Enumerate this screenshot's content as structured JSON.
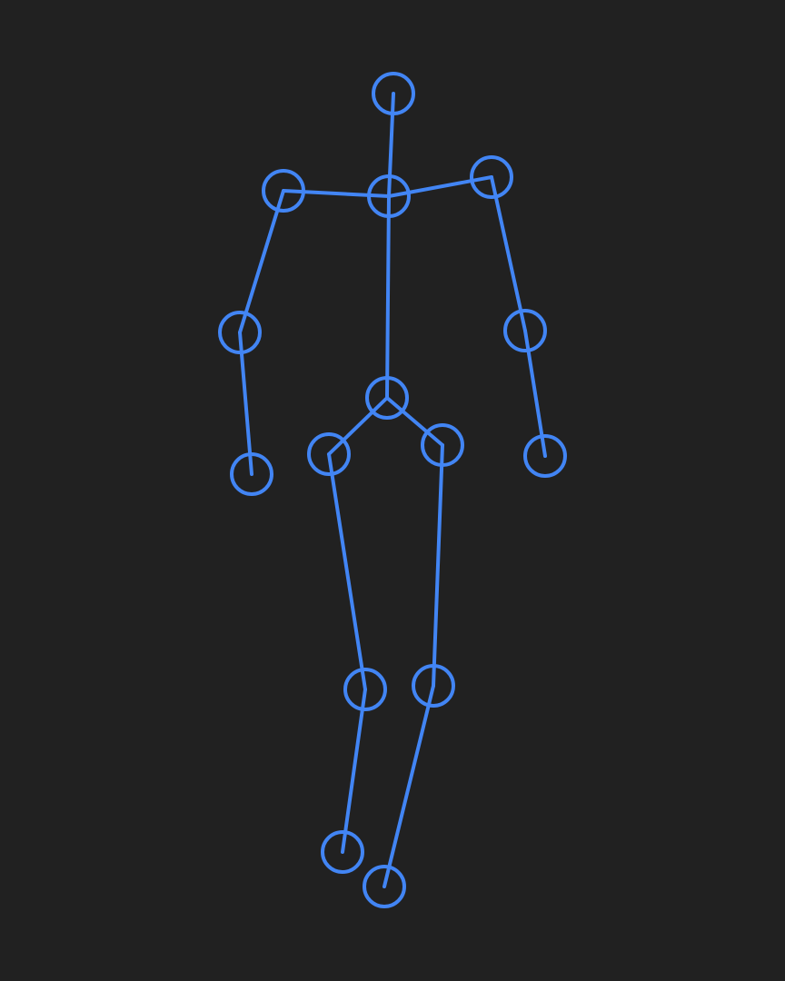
{
  "colors": {
    "background": "#212121",
    "skeleton": "#4285F4"
  },
  "joints": [
    {
      "id": "head"
    },
    {
      "id": "neck"
    },
    {
      "id": "right-shoulder"
    },
    {
      "id": "left-shoulder"
    },
    {
      "id": "right-elbow"
    },
    {
      "id": "left-elbow"
    },
    {
      "id": "right-wrist"
    },
    {
      "id": "left-wrist"
    },
    {
      "id": "pelvis"
    },
    {
      "id": "right-hip"
    },
    {
      "id": "left-hip"
    },
    {
      "id": "right-knee"
    },
    {
      "id": "left-knee"
    },
    {
      "id": "right-ankle"
    },
    {
      "id": "left-ankle"
    }
  ],
  "bones": [
    [
      "head",
      "neck"
    ],
    [
      "neck",
      "right-shoulder"
    ],
    [
      "neck",
      "left-shoulder"
    ],
    [
      "right-shoulder",
      "right-elbow"
    ],
    [
      "right-elbow",
      "right-wrist"
    ],
    [
      "left-shoulder",
      "left-elbow"
    ],
    [
      "left-elbow",
      "left-wrist"
    ],
    [
      "neck",
      "pelvis"
    ],
    [
      "pelvis",
      "right-hip"
    ],
    [
      "pelvis",
      "left-hip"
    ],
    [
      "right-hip",
      "right-knee"
    ],
    [
      "right-knee",
      "right-ankle"
    ],
    [
      "left-hip",
      "left-knee"
    ],
    [
      "left-knee",
      "left-ankle"
    ]
  ]
}
